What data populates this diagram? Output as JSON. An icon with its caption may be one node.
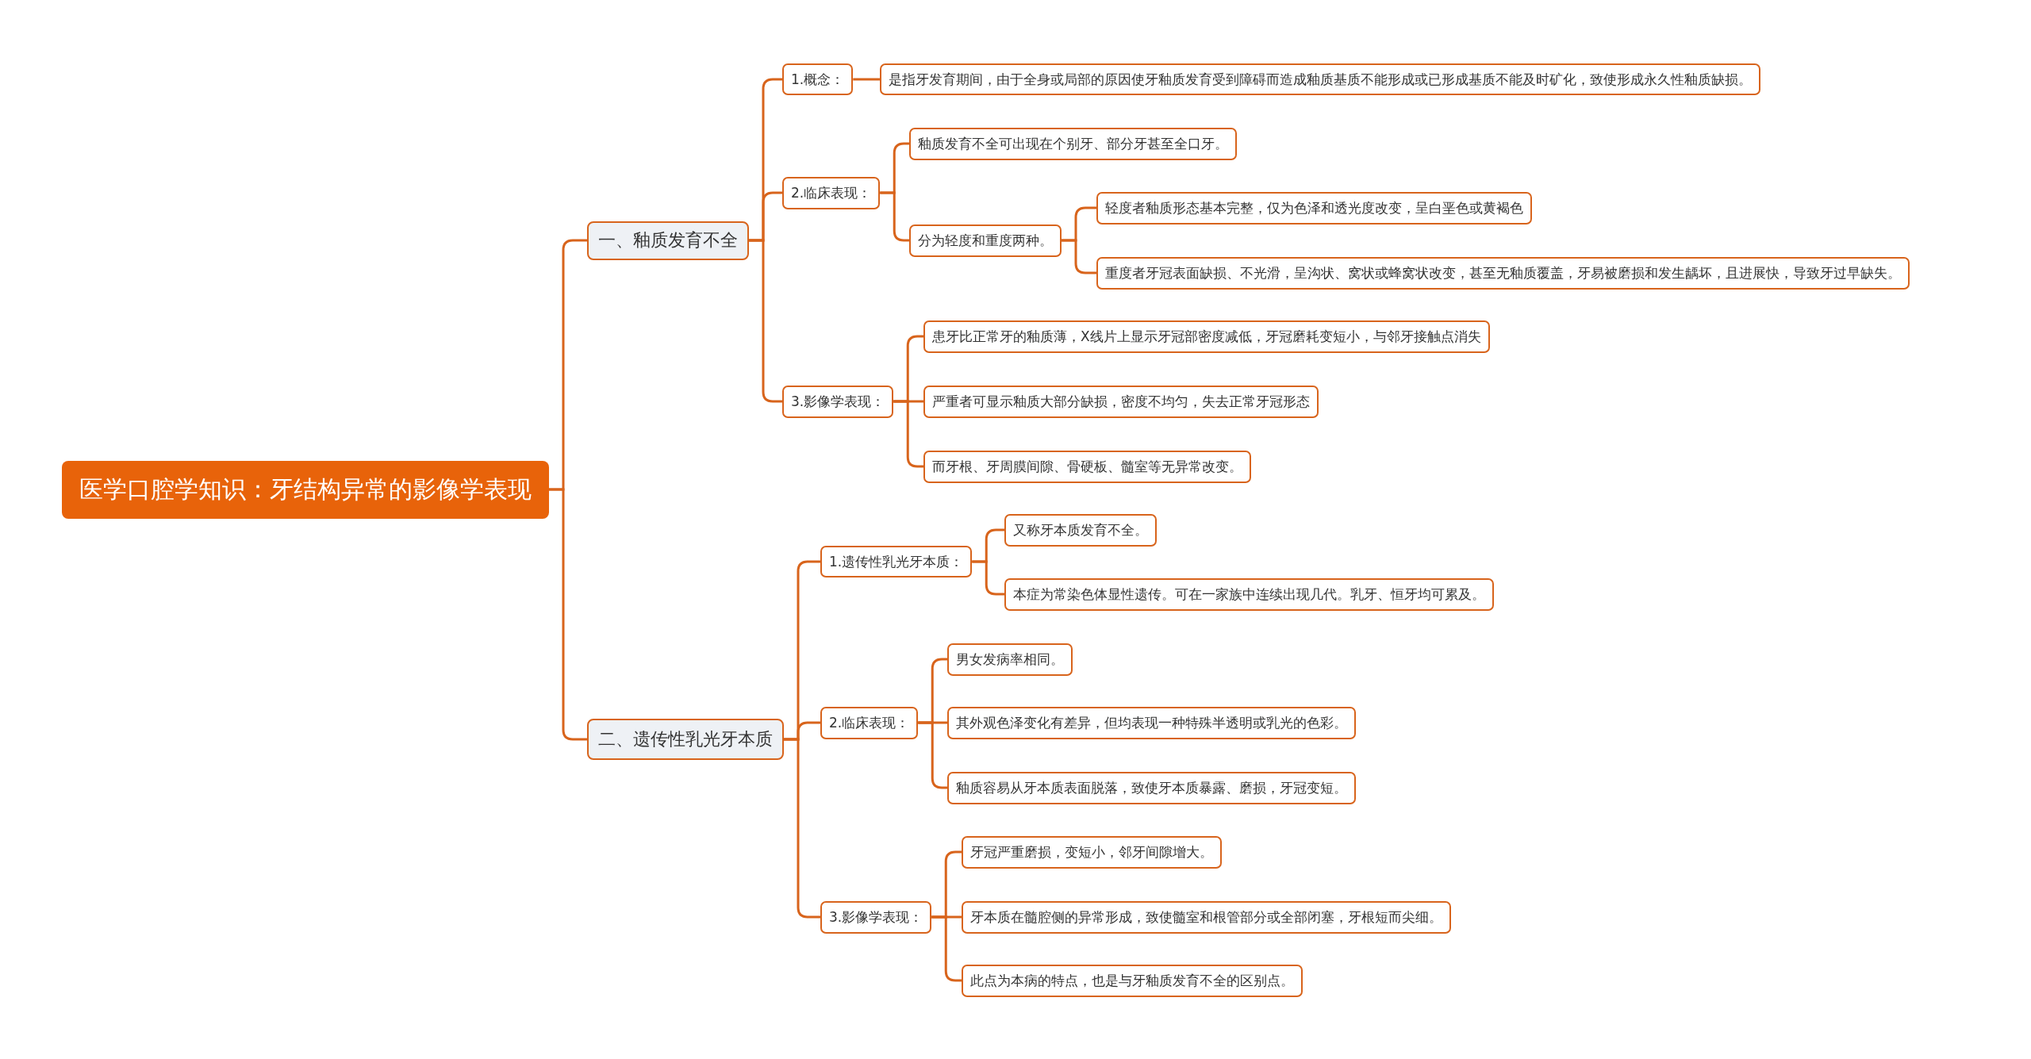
{
  "diagram": {
    "nodes": [
      {
        "text": [
          "医学口腔学知识：牙结构异常的影像学表现"
        ]
      },
      {
        "text": [
          "一、釉质发育不全"
        ]
      },
      {
        "text": [
          "1.概念："
        ]
      },
      {
        "text": [
          "是指牙发育期间，由于全身或局部的原因使牙釉质发育受到障碍而造成釉质基质不能形成或已形成基质不能及时矿化，致使形成永久性釉质缺损。"
        ]
      },
      {
        "text": [
          "2.临床表现："
        ]
      },
      {
        "text": [
          "釉质发育不全可出现在个别牙、部分牙甚至全口牙。"
        ]
      },
      {
        "text": [
          "分为轻度和重度两种。"
        ]
      },
      {
        "text": [
          "轻度者釉质形态基本完整，仅为色泽和透光度改变，呈白垩色或黄褐色"
        ]
      },
      {
        "text": [
          "重度者牙冠表面缺损、不光滑，呈沟状、窝状或蜂窝状改变，甚至无釉质覆盖，牙易被磨损和发生龋坏，且进展快，导致牙过早缺失。"
        ]
      },
      {
        "text": [
          "3.影像学表现："
        ]
      },
      {
        "text": [
          "患牙比正常牙的釉质薄，X线片上显示牙冠部密度减低，牙冠磨耗变短小，与邻牙接触点消失"
        ]
      },
      {
        "text": [
          "严重者可显示釉质大部分缺损，密度不均匀，失去正常牙冠形态"
        ]
      },
      {
        "text": [
          "而牙根、牙周膜间隙、骨硬板、髓室等无异常改变。"
        ]
      },
      {
        "text": [
          "二、遗传性乳光牙本质"
        ]
      },
      {
        "text": [
          "1.遗传性乳光牙本质："
        ]
      },
      {
        "text": [
          "又称牙本质发育不全。"
        ]
      },
      {
        "text": [
          "本症为常染色体显性遗传。可在一家族中连续出现几代。乳牙、恒牙均可累及。"
        ]
      },
      {
        "text": [
          "2.临床表现："
        ]
      },
      {
        "text": [
          "男女发病率相同。"
        ]
      },
      {
        "text": [
          "其外观色泽变化有差异，但均表现一种特殊半透明或乳光的色彩。"
        ]
      },
      {
        "text": [
          "釉质容易从牙本质表面脱落，致使牙本质暴露、磨损，牙冠变短。"
        ]
      },
      {
        "text": [
          "3.影像学表现："
        ]
      },
      {
        "text": [
          "牙冠严重磨损，变短小，邻牙间隙增大。"
        ]
      },
      {
        "text": [
          "牙本质在髓腔侧的异常形成，致使髓室和根管部分或全部闭塞，牙根短而尖细。"
        ]
      },
      {
        "text": [
          "此点为本病的特点，也是与牙釉质发育不全的区别点。"
        ]
      }
    ],
    "edges": [
      {
        "from": 0,
        "to": 1,
        "arrow": "none"
      },
      {
        "from": 0,
        "to": 13,
        "arrow": "none"
      },
      {
        "from": 1,
        "to": 2,
        "arrow": "none"
      },
      {
        "from": 2,
        "to": 3,
        "arrow": "none"
      },
      {
        "from": 1,
        "to": 4,
        "arrow": "none"
      },
      {
        "from": 4,
        "to": 5,
        "arrow": "none"
      },
      {
        "from": 4,
        "to": 6,
        "arrow": "none"
      },
      {
        "from": 6,
        "to": 7,
        "arrow": "none"
      },
      {
        "from": 6,
        "to": 8,
        "arrow": "none"
      },
      {
        "from": 1,
        "to": 9,
        "arrow": "none"
      },
      {
        "from": 9,
        "to": 10,
        "arrow": "none"
      },
      {
        "from": 9,
        "to": 11,
        "arrow": "none"
      },
      {
        "from": 9,
        "to": 12,
        "arrow": "none"
      },
      {
        "from": 13,
        "to": 14,
        "arrow": "none"
      },
      {
        "from": 14,
        "to": 15,
        "arrow": "none"
      },
      {
        "from": 14,
        "to": 16,
        "arrow": "none"
      },
      {
        "from": 13,
        "to": 17,
        "arrow": "none"
      },
      {
        "from": 17,
        "to": 18,
        "arrow": "none"
      },
      {
        "from": 17,
        "to": 19,
        "arrow": "none"
      },
      {
        "from": 17,
        "to": 20,
        "arrow": "none"
      },
      {
        "from": 13,
        "to": 21,
        "arrow": "none"
      },
      {
        "from": 21,
        "to": 22,
        "arrow": "none"
      },
      {
        "from": 21,
        "to": 23,
        "arrow": "none"
      },
      {
        "from": 21,
        "to": 24,
        "arrow": "none"
      }
    ]
  }
}
